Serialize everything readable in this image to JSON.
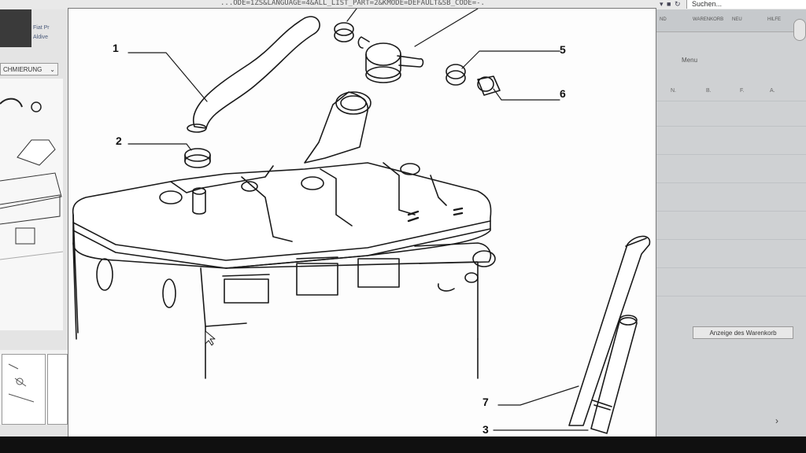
{
  "browser": {
    "url": "...ODE=1ZS&LANGUAGE=4&ALL_LIST_PART=2&KMODE=DEFAULT&SB_CODE=-.",
    "search_placeholder": "Suchen..."
  },
  "left_app": {
    "tab_1": "Fiat Pr",
    "tab_2": "Aldive",
    "dropdown": "CHMIERUNG"
  },
  "right_app": {
    "header_items": [
      "ND",
      "WARENKORB",
      "NEU",
      "HILFE"
    ],
    "menu_label": "Menu",
    "columns": [
      "N.",
      "B.",
      "F.",
      "A."
    ],
    "cart_button": "Anzeige des Warenkorb"
  },
  "diagram": {
    "callouts": [
      "1",
      "2",
      "5",
      "6",
      "7",
      "3"
    ]
  }
}
